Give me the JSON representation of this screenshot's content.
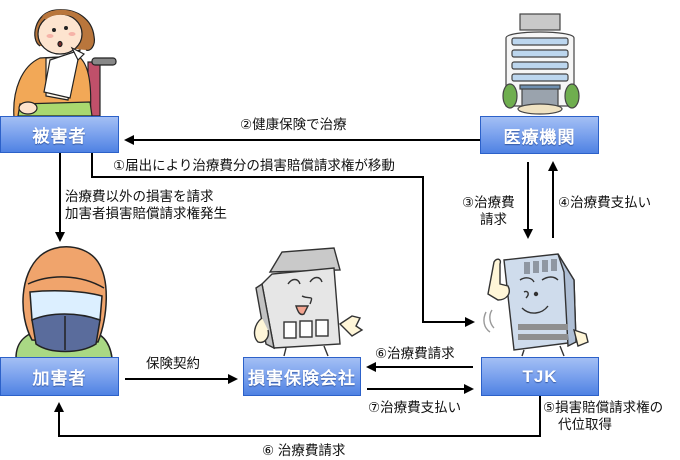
{
  "colors": {
    "box_top": "#a3bff4",
    "box_mid": "#7ea4ee",
    "box_bottom": "#4f82e3",
    "box_border": "#2c61c9",
    "arrow": "#000000"
  },
  "nodes": {
    "victim": {
      "label": "被害者",
      "illustration": "injured-person-in-wheelchair-icon"
    },
    "medical": {
      "label": "医療機関",
      "illustration": "hospital-building-icon"
    },
    "perpetrator": {
      "label": "加害者",
      "illustration": "helmeted-rider-icon"
    },
    "insurer": {
      "label": "損害保険会社",
      "illustration": "smiling-office-building-icon"
    },
    "tjk": {
      "label": "TJK",
      "illustration": "pointing-office-building-icon"
    }
  },
  "flows": {
    "step1": "①届出により治療費分の損害賠償請求権が移動",
    "step2": "②健康保険で治療",
    "step3": [
      "③治療費",
      "請求"
    ],
    "step4": "④治療費支払い",
    "step5": [
      "⑤損害賠償請求権の",
      "代位取得"
    ],
    "step6_to_insurer": "⑥治療費請求",
    "step6_to_perpetrator": "⑥ 治療費請求",
    "step7": "⑦治療費支払い",
    "insurance_contract": "保険契約",
    "other_damages": [
      "治療費以外の損害を請求",
      "加害者損害賠償請求権発生"
    ]
  }
}
